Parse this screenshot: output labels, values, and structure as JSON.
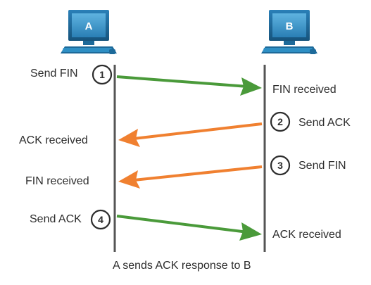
{
  "hosts": {
    "a": {
      "letter": "A"
    },
    "b": {
      "letter": "B"
    }
  },
  "steps": [
    {
      "num": "1",
      "label": "Send FIN",
      "result": "FIN received"
    },
    {
      "num": "2",
      "label": "Send ACK",
      "result": "ACK received"
    },
    {
      "num": "3",
      "label": "Send FIN",
      "result": "FIN received"
    },
    {
      "num": "4",
      "label": "Send ACK",
      "result": "ACK received"
    }
  ],
  "caption": "A sends ACK response to B",
  "colors": {
    "a_to_b_arrow": "#4a9a3a",
    "b_to_a_arrow": "#f08030",
    "pc_screen": "#2e8fc4",
    "pc_body": "#1d6a9a",
    "timeline": "#555555"
  }
}
